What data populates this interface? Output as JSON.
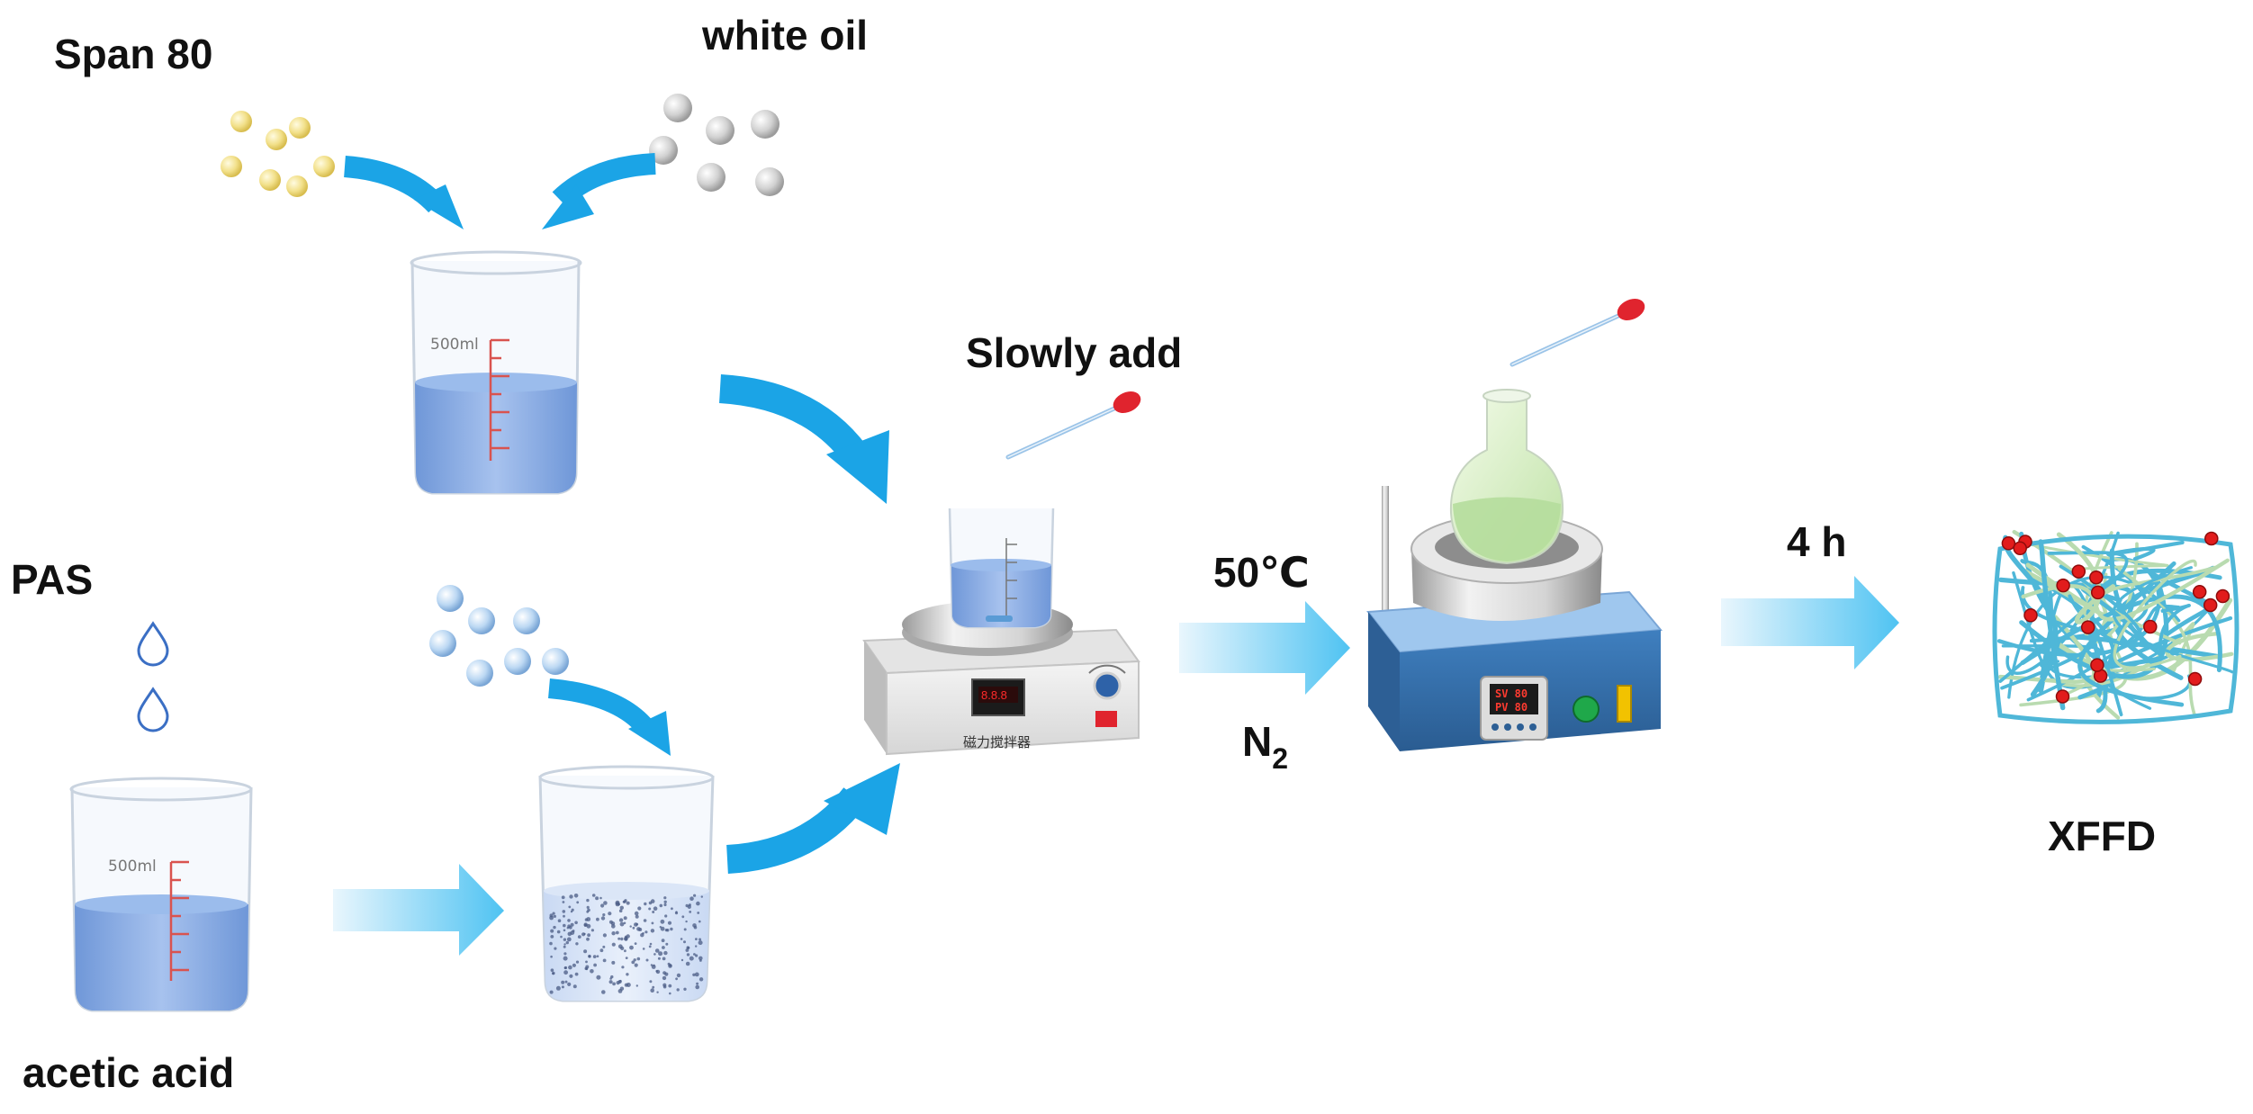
{
  "labels": {
    "span80": "Span 80",
    "white_oil": "white oil",
    "pas": "PAS",
    "acetic_acid": "acetic acid",
    "slowly_add": "Slowly add",
    "temperature": "50℃",
    "atmosphere_main": "N",
    "atmosphere_sub": "2",
    "duration": "4 h",
    "product": "XFFD"
  },
  "beaker_volume_label": "500ml",
  "stirrer_label": "磁力搅拌器",
  "heater_display": {
    "sv": "SV 80",
    "pv": "PV 80"
  },
  "colors": {
    "arrow_blue": "#1ba4e6",
    "liquid_blue": "#8fb2e6",
    "span_particle": "#f2e08a",
    "oil_particle": "#cfcfcf",
    "pas_particle": "#b9d6f2",
    "fiber_blue": "#4fb7d8",
    "fiber_green": "#b9dbb0",
    "crosslink_red": "#e21c1c"
  }
}
